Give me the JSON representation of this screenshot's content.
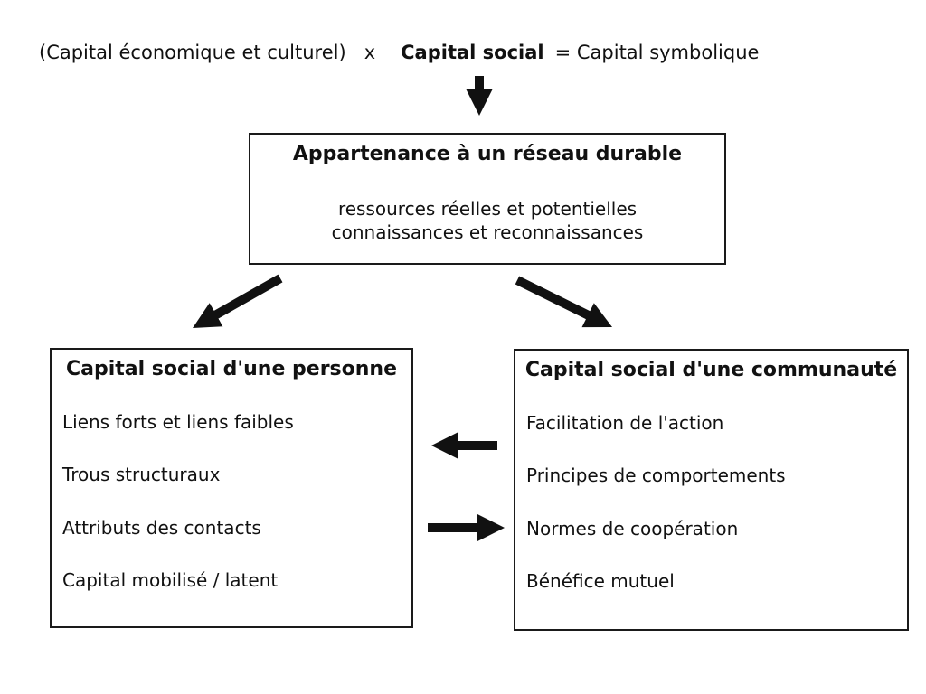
{
  "colors": {
    "background": "#ffffff",
    "ink": "#111111",
    "box_border": "#1a1a1a",
    "arrow": "#111111"
  },
  "formula": {
    "prefix": "(Capital économique et culturel)",
    "operator": "x",
    "bold_term": "Capital social",
    "suffix": "= Capital symbolique"
  },
  "network_box": {
    "title": "Appartenance à un réseau durable",
    "lines": [
      "ressources réelles et potentielles",
      "connaissances et reconnaissances"
    ]
  },
  "person_box": {
    "title": "Capital social d'une personne",
    "items": [
      "Liens forts et liens faibles",
      "Trous structuraux",
      "Attributs des contacts",
      "Capital mobilisé / latent"
    ]
  },
  "community_box": {
    "title": "Capital social d'une communauté",
    "items": [
      "Facilitation de l'action",
      "Principes de comportements",
      "Normes de coopération",
      "Bénéfice mutuel"
    ]
  },
  "arrows": {
    "down": "formula-to-network",
    "diagonal_left": "network-to-person",
    "diagonal_right": "network-to-community",
    "horizontal_left": "community-to-person",
    "horizontal_right": "person-to-community"
  }
}
